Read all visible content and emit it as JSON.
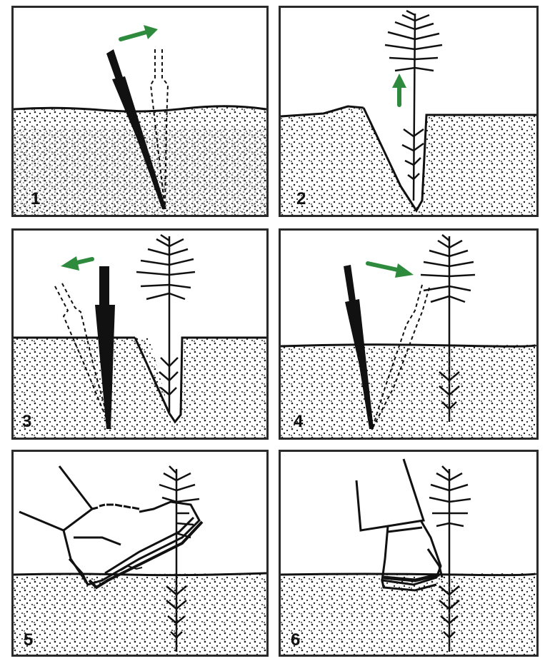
{
  "steps": [
    {
      "number": "1"
    },
    {
      "number": "2"
    },
    {
      "number": "3"
    },
    {
      "number": "4"
    },
    {
      "number": "5"
    },
    {
      "number": "6"
    }
  ],
  "colors": {
    "ink": "#111111",
    "arrow": "#2e8b3e",
    "soil_dot": "#1a1a1a",
    "background": "#ffffff"
  },
  "icons": [
    "planting-bar-icon",
    "seedling-icon",
    "boot-icon",
    "arrow-icon"
  ]
}
